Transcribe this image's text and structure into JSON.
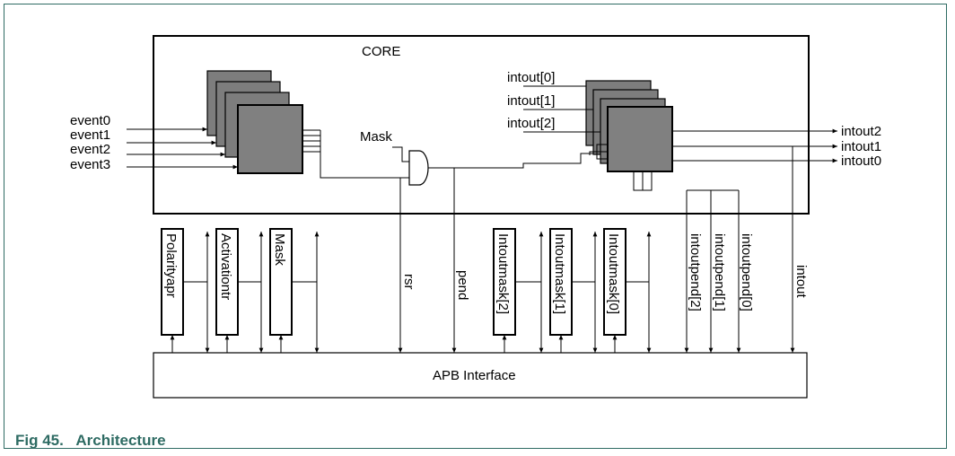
{
  "figure": {
    "caption_number": "Fig 45.",
    "caption_title": "Architecture"
  },
  "diagram": {
    "core_label": "CORE",
    "mask_label": "Mask",
    "interface_label": "APB Interface",
    "event_inputs": [
      "event0",
      "event1",
      "event2",
      "event3"
    ],
    "intout_internal": [
      "intout[0]",
      "intout[1]",
      "intout[2]"
    ],
    "intout_outputs": [
      "intout2",
      "intout1",
      "intout0"
    ],
    "register_blocks": [
      "Polarityapr",
      "Activationtr",
      "Mask",
      "Intoutmask[2]",
      "Intoutmask[1]",
      "Intoutmask[0]"
    ],
    "bus_signals": [
      "rsr",
      "pend",
      "intoutpend[2]",
      "intoutpend[1]",
      "intoutpend[0]",
      "intout"
    ]
  }
}
